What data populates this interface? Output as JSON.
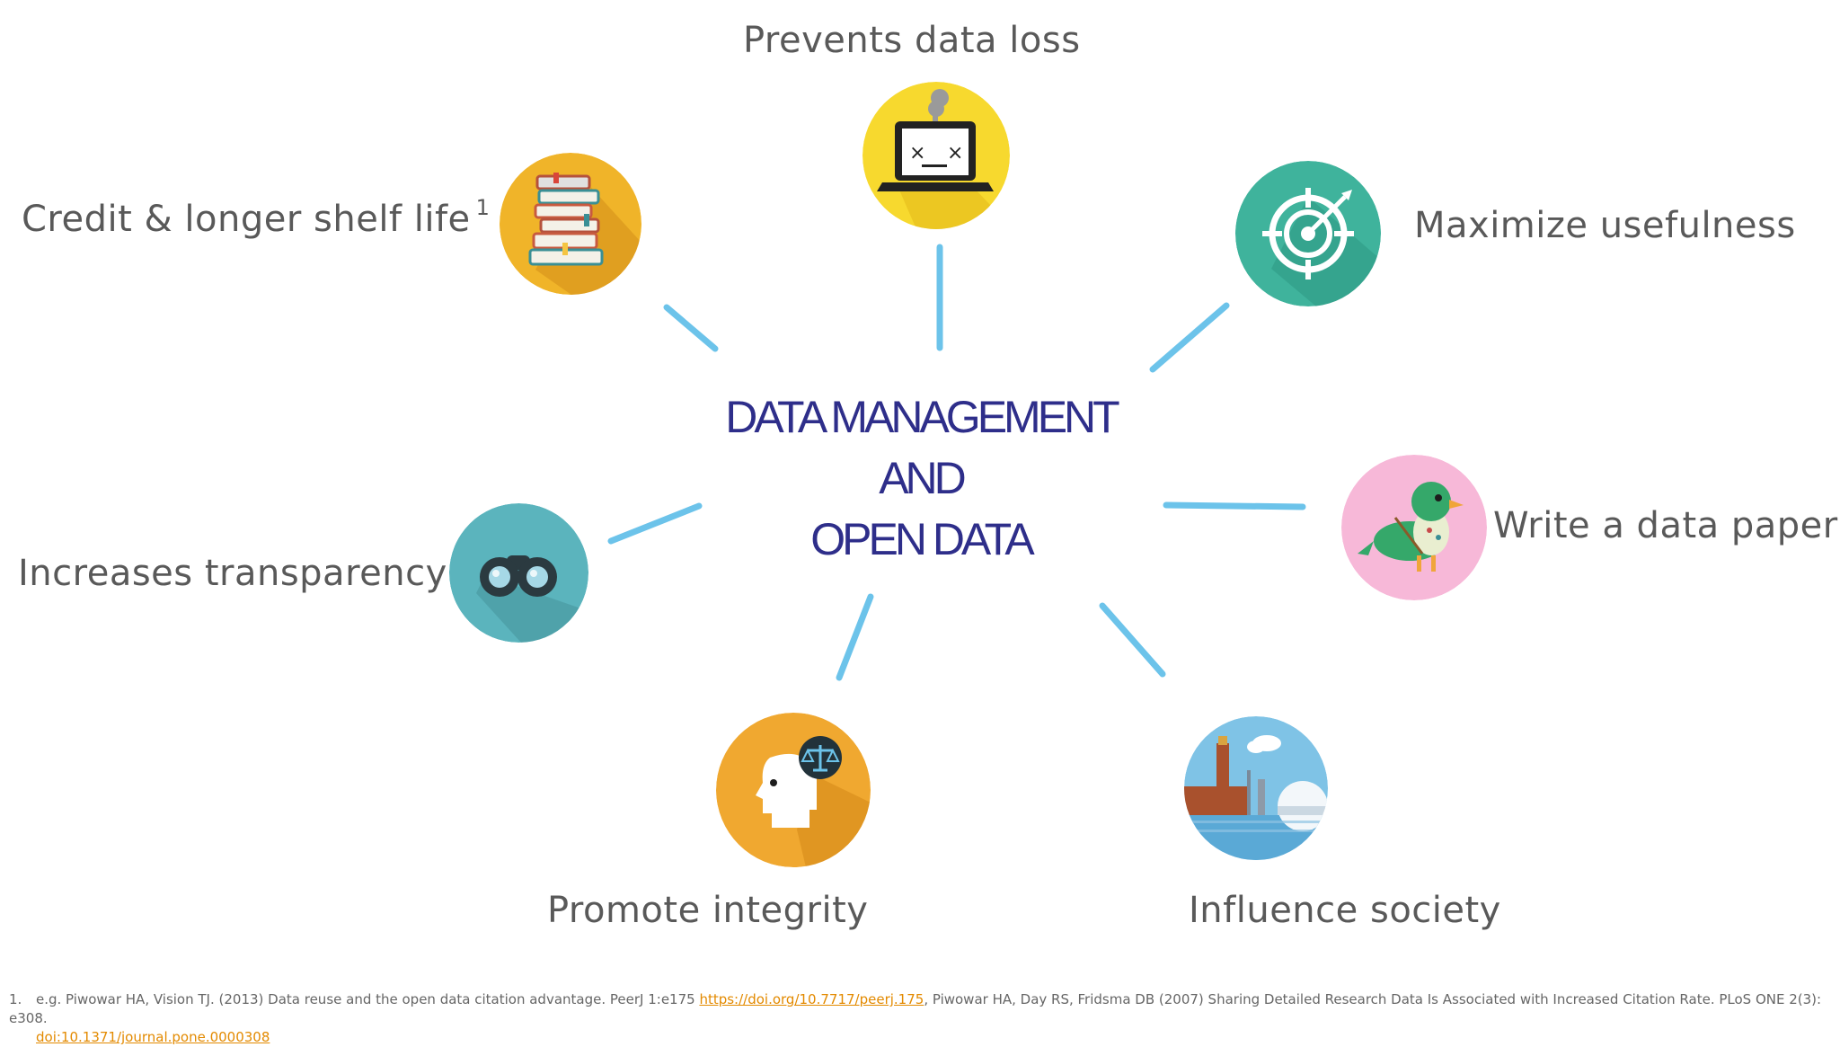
{
  "center": {
    "line1": "DATA MANAGEMENT",
    "line2": "AND",
    "line3": "OPEN DATA"
  },
  "benefits": {
    "prevents_data_loss": "Prevents data loss",
    "credit_shelf_life": "Credit & longer shelf life",
    "credit_footnote_ref": "1",
    "maximize_usefulness": "Maximize usefulness",
    "write_data_paper": "Write a data paper",
    "increases_transparency": "Increases transparency",
    "promote_integrity": "Promote integrity",
    "influence_society": "Influence society"
  },
  "icons": {
    "prevents_data_loss": "broken-laptop-icon",
    "credit_shelf_life": "book-stack-icon",
    "maximize_usefulness": "target-icon",
    "write_data_paper": "bird-writer-icon",
    "increases_transparency": "binoculars-icon",
    "promote_integrity": "head-scales-icon",
    "influence_society": "city-skyline-icon"
  },
  "colors": {
    "title": "#2e2e8a",
    "connector": "#6cc3ea",
    "label": "#595959",
    "link": "#e38a00"
  },
  "footnote": {
    "number": "1.",
    "text_a": "e.g. Piwowar HA, Vision TJ. (2013) Data reuse and the open data citation advantage. PeerJ 1:e175 ",
    "link_a": "https://doi.org/10.7717/peerj.175",
    "text_b": ", Piwowar HA, Day RS, Fridsma DB (2007) Sharing Detailed Research Data Is Associated with Increased Citation Rate. PLoS ONE 2(3): e308.",
    "link_b": "doi:10.1371/journal.pone.0000308"
  }
}
